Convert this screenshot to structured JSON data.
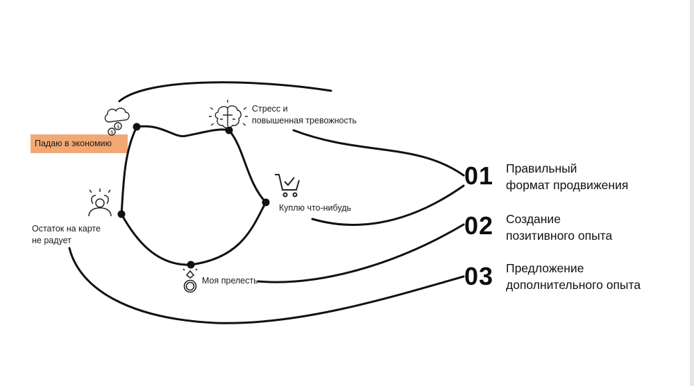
{
  "colors": {
    "highlight": "#f2a875",
    "line": "#111111",
    "node": "#111111"
  },
  "stages": [
    {
      "key": "economy",
      "line1": "Падаю в экономию",
      "line2": "",
      "icon": "money-cloud-icon"
    },
    {
      "key": "stress",
      "line1": "Стресс и",
      "line2": "повышенная тревожность",
      "icon": "brain-icon"
    },
    {
      "key": "buy",
      "line1": "Куплю что-нибудь",
      "line2": "",
      "icon": "shopping-cart-icon"
    },
    {
      "key": "precious",
      "line1": "Моя прелесть",
      "line2": "",
      "icon": "diamond-ring-icon"
    },
    {
      "key": "balance",
      "line1": "Остаток на карте",
      "line2": "не радует",
      "icon": "stressed-person-icon"
    }
  ],
  "solutions": [
    {
      "number": "01",
      "line1": "Правильный",
      "line2": "формат продвижения"
    },
    {
      "number": "02",
      "line1": "Создание",
      "line2": "позитивного опыта"
    },
    {
      "number": "03",
      "line1": "Предложение",
      "line2": "дополнительного опыта"
    }
  ]
}
